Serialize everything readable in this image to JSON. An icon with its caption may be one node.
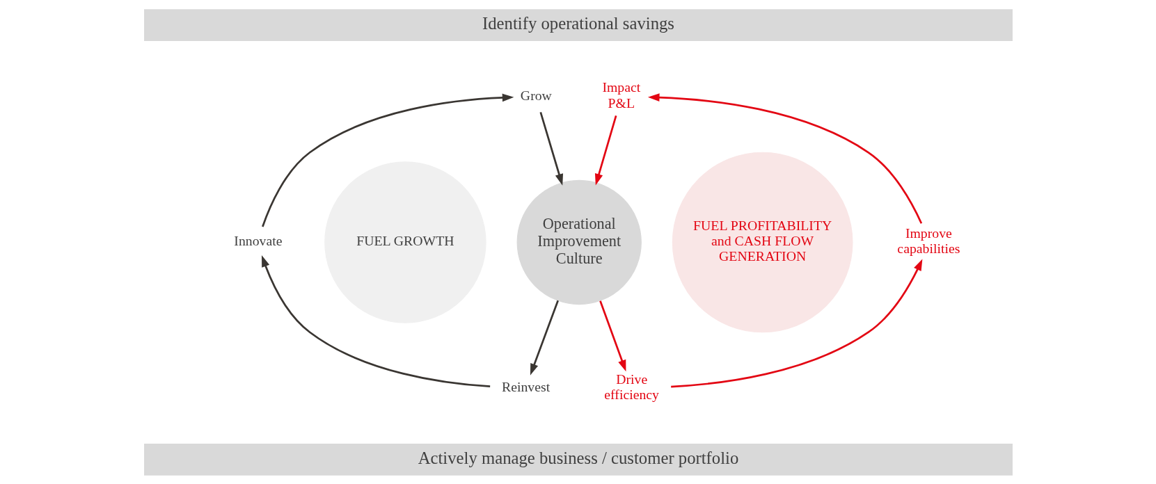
{
  "diagram": {
    "nodes": [
      {
        "text": [
          "Identify operational savings"
        ]
      },
      {
        "text": [
          "Grow"
        ]
      },
      {
        "text": [
          "Impact P&L"
        ]
      },
      {
        "text": [
          "Innovate"
        ]
      },
      {
        "text": [
          "FUEL GROWTH"
        ]
      },
      {
        "text": [
          "Operational Improvement Culture"
        ]
      },
      {
        "text": [
          "FUEL PROFITABILITY and CASH FLOW GENERATION"
        ]
      },
      {
        "text": [
          "Improve capabilities"
        ]
      },
      {
        "text": [
          "Reinvest"
        ]
      },
      {
        "text": [
          "Drive efficiency"
        ]
      },
      {
        "text": [
          "Actively manage business / customer portfolio"
        ]
      }
    ],
    "edges": [
      {
        "from": 1,
        "to": 5,
        "arrow": "to"
      },
      {
        "from": 5,
        "to": 8,
        "arrow": "to"
      },
      {
        "from": 8,
        "to": 3,
        "arrow": "to"
      },
      {
        "from": 3,
        "to": 1,
        "arrow": "to"
      },
      {
        "from": 2,
        "to": 5,
        "arrow": "to",
        "color": "#e30613"
      },
      {
        "from": 5,
        "to": 9,
        "arrow": "to",
        "color": "#e30613"
      },
      {
        "from": 9,
        "to": 7,
        "arrow": "to",
        "color": "#e30613"
      },
      {
        "from": 7,
        "to": 2,
        "arrow": "to",
        "color": "#e30613"
      }
    ]
  }
}
